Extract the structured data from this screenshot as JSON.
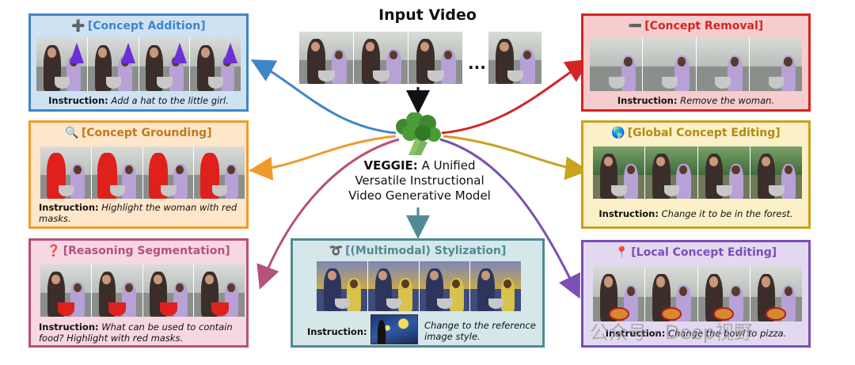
{
  "header": {
    "input_title": "Input Video",
    "ellipsis": "..."
  },
  "center": {
    "model_name": "VEGGIE:",
    "desc_line1": "A Unified",
    "desc_line2": "Versatile Instructional",
    "desc_line3": "Video Generative Model"
  },
  "instruction_label": "Instruction:",
  "tasks": {
    "concept_addition": {
      "emoji": "➕",
      "title": "[Concept Addition]",
      "instruction": "Add a hat to the little girl.",
      "color": "#3f86c8"
    },
    "concept_grounding": {
      "emoji": "🔍",
      "title": "[Concept Grounding]",
      "instruction": "Highlight the woman with red masks.",
      "color": "#ef9a2d"
    },
    "reasoning_segmentation": {
      "emoji": "❓",
      "title": "[Reasoning Segmentation]",
      "instruction": "What can be used to contain food? Highlight with red masks.",
      "color": "#b5517d"
    },
    "concept_removal": {
      "emoji": "➖",
      "title": "[Concept Removal]",
      "instruction": "Remove the woman.",
      "color": "#d42525"
    },
    "global_concept_editing": {
      "emoji": "🌎",
      "title": "[Global Concept Editing]",
      "instruction": "Change it to be in the forest.",
      "color": "#c9a21e"
    },
    "local_concept_editing": {
      "emoji": "📍",
      "title": "[Local Concept Editing]",
      "instruction": "Change the bowl to pizza.",
      "color": "#7b4fb5"
    },
    "stylization": {
      "emoji": "➰",
      "title": "[(Multimodal) Stylization]",
      "instruction": "Change to the reference image style.",
      "color": "#4f8a95"
    }
  },
  "colors": {
    "addition_bg": "#cfe2f3",
    "grounding_bg": "#fde6c9",
    "reasoning_bg": "#f6d7e2",
    "removal_bg": "#f6cccc",
    "global_bg": "#fbf0c7",
    "local_bg": "#e2d9f1",
    "stylization_bg": "#d5e7e9"
  },
  "watermark": "公众号 · Deep视野"
}
